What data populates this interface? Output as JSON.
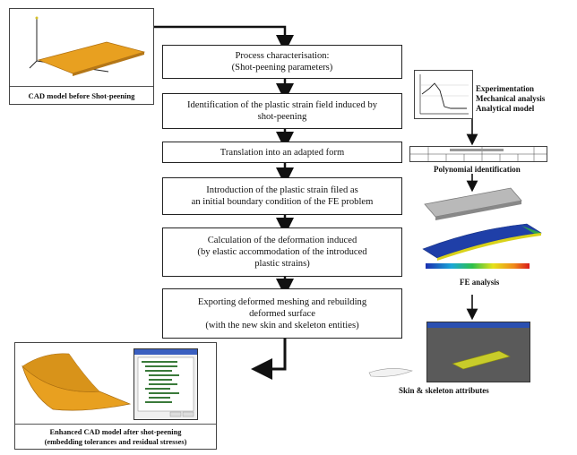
{
  "left_top": {
    "caption": "CAD model before Shot-peening"
  },
  "process_steps": [
    {
      "lines": [
        "Process characterisation:",
        "(Shot-peening parameters)"
      ]
    },
    {
      "lines": [
        "Identification of the plastic strain field induced by",
        "shot-peening"
      ]
    },
    {
      "lines": [
        "Translation into an adapted form"
      ]
    },
    {
      "lines": [
        "Introduction of the plastic strain filed as",
        "an initial boundary condition of the FE problem"
      ]
    },
    {
      "lines": [
        "Calculation of the deformation induced",
        "(by elastic accommodation of the introduced",
        "plastic strains)"
      ]
    },
    {
      "lines": [
        "Exporting deformed meshing and rebuilding",
        "deformed surface",
        "(with the new skin and skeleton entities)"
      ]
    }
  ],
  "right_column": {
    "methods": [
      "Experimentation",
      "Mechanical analysis",
      "Analytical model"
    ],
    "polynomial_label": "Polynomial identification",
    "fe_label": "FE analysis",
    "skin_label": "Skin & skeleton attributes"
  },
  "left_bottom": {
    "caption_lines": [
      "Enhanced CAD model after shot-peening",
      "(embedding tolerances and residual stresses)"
    ]
  },
  "colors": {
    "cad_orange": "#e8a020",
    "fe_blue": "#1f3fa8",
    "plate_grey": "#b9b9b9",
    "viewer_bg": "#5a5a5a",
    "plate_yellow": "#c8cc2a"
  }
}
